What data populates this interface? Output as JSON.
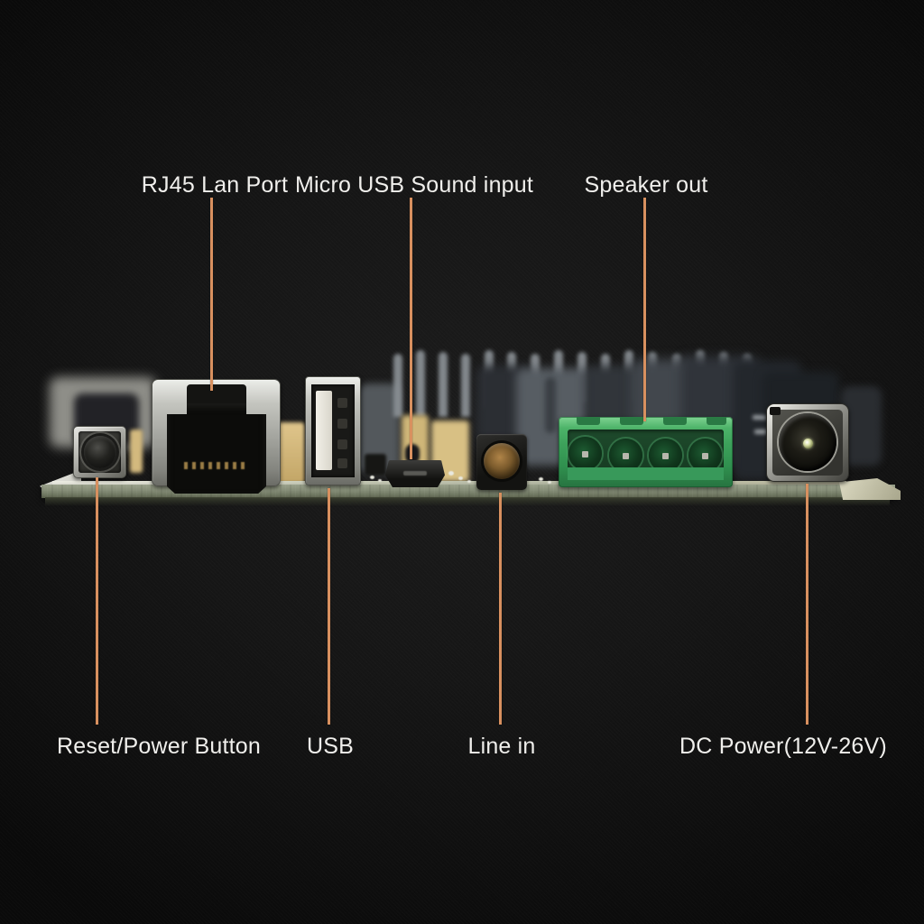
{
  "colors": {
    "background": "#151515",
    "leader_line": "#d8905f",
    "label_text": "#f0efec",
    "pcb_green": "#8a927c",
    "terminal_green": "#3fa95e",
    "metal_silver": "#b9bab4"
  },
  "labels": {
    "top": [
      {
        "id": "rj45",
        "text": "RJ45 Lan Port"
      },
      {
        "id": "micro-usb",
        "text": "Micro USB Sound input"
      },
      {
        "id": "speaker",
        "text": "Speaker out"
      }
    ],
    "bottom": [
      {
        "id": "reset",
        "text": "Reset/Power Button"
      },
      {
        "id": "usb",
        "text": "USB"
      },
      {
        "id": "line-in",
        "text": "Line in"
      },
      {
        "id": "dc-power",
        "text": "DC Power(12V-26V)"
      }
    ]
  },
  "components": [
    {
      "id": "reset-power-button"
    },
    {
      "id": "rj45-port"
    },
    {
      "id": "usb-a-port"
    },
    {
      "id": "micro-usb-port"
    },
    {
      "id": "line-in-jack"
    },
    {
      "id": "speaker-terminal-block"
    },
    {
      "id": "dc-power-jack"
    }
  ]
}
